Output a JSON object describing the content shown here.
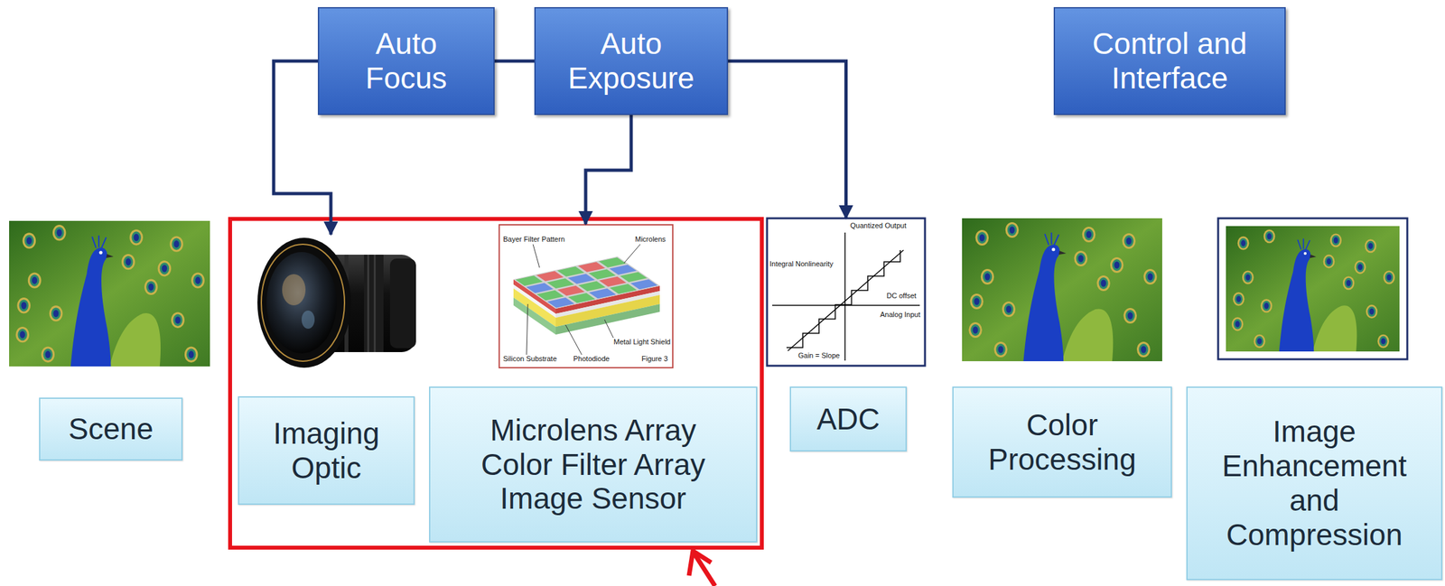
{
  "diagram": {
    "nodes": [
      {
        "text": [
          "Auto Focus"
        ]
      },
      {
        "text": [
          "Auto Exposure"
        ]
      },
      {
        "text": [
          "Control and Interface"
        ]
      },
      {
        "text": [
          "Scene"
        ]
      },
      {
        "text": [
          "Imaging Optic"
        ]
      },
      {
        "text": [
          "Microlens Array Color Filter Array Image Sensor"
        ]
      },
      {
        "text": [
          "ADC"
        ]
      },
      {
        "text": [
          "Color Processing"
        ]
      },
      {
        "text": [
          "Image Enhancement and Compression"
        ]
      }
    ],
    "edges": [
      {
        "from": 0,
        "to": 1,
        "arrow": "none"
      },
      {
        "from": 0,
        "to": 4,
        "arrow": "to"
      },
      {
        "from": 1,
        "to": 5,
        "arrow": "to"
      },
      {
        "from": 1,
        "to": 6,
        "arrow": "to"
      }
    ],
    "labels": [
      "Bayer Filter Pattern",
      "Microlens",
      "Metal Light Shield",
      "Silicon Substrate",
      "Photodiode",
      "Figure 3",
      "Quantized Output",
      "Integral Nonlinearity",
      "DC offset",
      "Analog Input",
      "Gain = Slope"
    ]
  }
}
